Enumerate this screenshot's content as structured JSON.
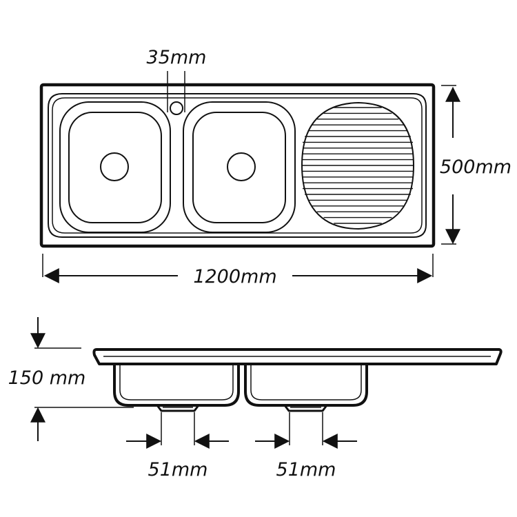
{
  "top_view": {
    "tap_hole_label": "35mm",
    "depth_label": "500mm",
    "width_label": "1200mm"
  },
  "side_view": {
    "bowl_depth_label": "150 mm",
    "left_waste_label": "51mm",
    "right_waste_label": "51mm"
  },
  "colors": {
    "line": "#111111",
    "background": "#ffffff"
  }
}
